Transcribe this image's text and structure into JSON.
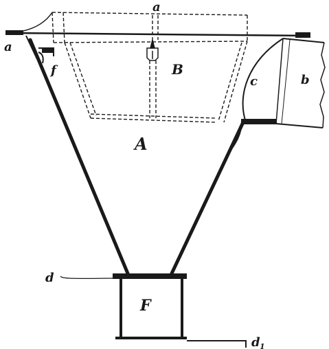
{
  "figure": {
    "labels": {
      "a_top": "a",
      "a_left": "a",
      "f": "f",
      "B": "B",
      "c": "c",
      "b": "b",
      "A": "A",
      "d": "d",
      "F": "F",
      "d1_main": "d",
      "d1_sub": "1"
    }
  },
  "colors": {
    "ink": "#1a1a1a",
    "paper": "#ffffff"
  }
}
